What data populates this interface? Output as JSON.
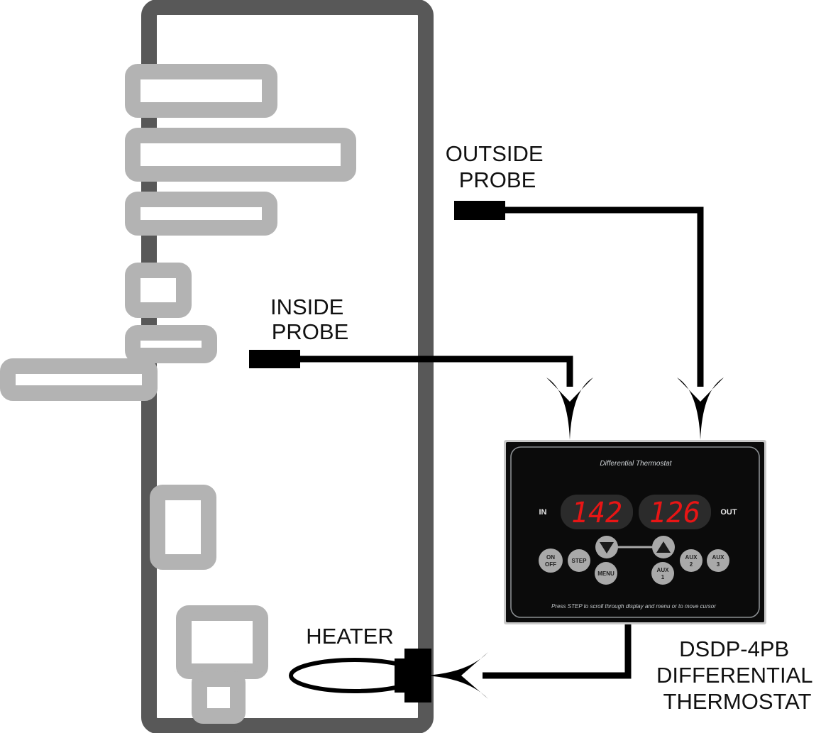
{
  "labels": {
    "outside_probe": [
      "OUTSIDE",
      "PROBE"
    ],
    "inside_probe": [
      "INSIDE",
      "PROBE"
    ],
    "heater": "HEATER",
    "thermostat": [
      "DSDP-4PB",
      "DIFFERENTIAL",
      "THERMOSTAT"
    ]
  },
  "controller": {
    "title": "Differential Thermostat",
    "in_label": "IN",
    "out_label": "OUT",
    "in_reading": "142",
    "out_reading": "126",
    "buttons": {
      "on_off": [
        "ON",
        "OFF"
      ],
      "step": "STEP",
      "menu": "MENU",
      "aux1": [
        "AUX",
        "1"
      ],
      "aux2": [
        "AUX",
        "2"
      ],
      "aux3": [
        "AUX",
        "3"
      ]
    },
    "footer": "Press STEP to scroll through display and menu or to move cursor"
  },
  "colors": {
    "tank_outline": "#585858",
    "pipe_gray": "#b3b3b3",
    "wire": "#000000",
    "panel": "#0b0b0b",
    "led_red": "#e81515",
    "button_gray": "#a9a9a9"
  }
}
